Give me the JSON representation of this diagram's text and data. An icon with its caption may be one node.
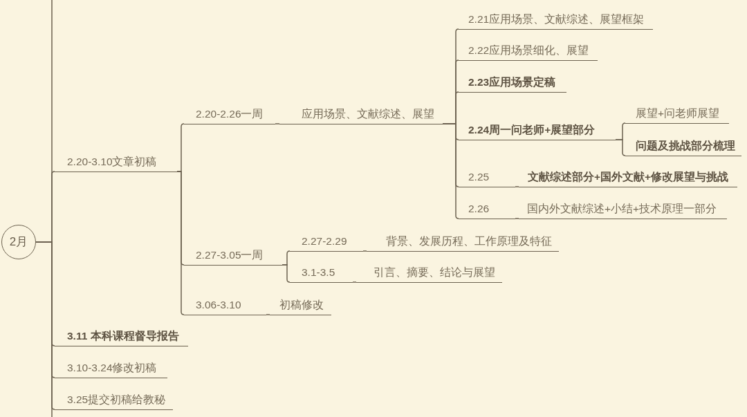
{
  "diagram": {
    "nodes": [
      {
        "text": [
          "2月"
        ]
      },
      {
        "text": [
          "2.20-3.10文章初稿"
        ]
      },
      {
        "text": [
          "2.20-2.26一周"
        ]
      },
      {
        "text": [
          "应用场景、文献综述、展望"
        ]
      },
      {
        "text": [
          "2.21应用场景、文献综述、展望框架"
        ]
      },
      {
        "text": [
          "2.22应用场景细化、展望"
        ]
      },
      {
        "text": [
          "2.23应用场景定稿"
        ]
      },
      {
        "text": [
          "2.24周一问老师+展望部分"
        ]
      },
      {
        "text": [
          "展望+问老师展望"
        ]
      },
      {
        "text": [
          "问题及挑战部分梳理"
        ]
      },
      {
        "text": [
          "2.25"
        ]
      },
      {
        "text": [
          "文献综述部分+国外文献+修改展望与挑战"
        ]
      },
      {
        "text": [
          "2.26"
        ]
      },
      {
        "text": [
          "国内外文献综述+小结+技术原理一部分"
        ]
      },
      {
        "text": [
          "2.27-3.05一周"
        ]
      },
      {
        "text": [
          "2.27-2.29"
        ]
      },
      {
        "text": [
          "背景、发展历程、工作原理及特征"
        ]
      },
      {
        "text": [
          "3.1-3.5"
        ]
      },
      {
        "text": [
          "引言、摘要、结论与展望"
        ]
      },
      {
        "text": [
          "3.06-3.10"
        ]
      },
      {
        "text": [
          "初稿修改"
        ]
      },
      {
        "text": [
          "3.11 本科课程督导报告"
        ]
      },
      {
        "text": [
          "3.10-3.24修改初稿"
        ]
      },
      {
        "text": [
          "3.25提交初稿给教秘"
        ]
      }
    ],
    "edges": [
      {
        "from": 0,
        "to": 1,
        "arrow": "none"
      },
      {
        "from": 1,
        "to": 2,
        "arrow": "none"
      },
      {
        "from": 2,
        "to": 3,
        "arrow": "none"
      },
      {
        "from": 3,
        "to": 4,
        "arrow": "none"
      },
      {
        "from": 3,
        "to": 5,
        "arrow": "none"
      },
      {
        "from": 3,
        "to": 6,
        "arrow": "none"
      },
      {
        "from": 3,
        "to": 7,
        "arrow": "none"
      },
      {
        "from": 7,
        "to": 8,
        "arrow": "none"
      },
      {
        "from": 7,
        "to": 9,
        "arrow": "none"
      },
      {
        "from": 3,
        "to": 10,
        "arrow": "none"
      },
      {
        "from": 10,
        "to": 11,
        "arrow": "none"
      },
      {
        "from": 3,
        "to": 12,
        "arrow": "none"
      },
      {
        "from": 12,
        "to": 13,
        "arrow": "none"
      },
      {
        "from": 1,
        "to": 14,
        "arrow": "none"
      },
      {
        "from": 14,
        "to": 15,
        "arrow": "none"
      },
      {
        "from": 15,
        "to": 16,
        "arrow": "none"
      },
      {
        "from": 14,
        "to": 17,
        "arrow": "none"
      },
      {
        "from": 17,
        "to": 18,
        "arrow": "none"
      },
      {
        "from": 1,
        "to": 19,
        "arrow": "none"
      },
      {
        "from": 19,
        "to": 20,
        "arrow": "none"
      },
      {
        "from": 0,
        "to": 21,
        "arrow": "none"
      },
      {
        "from": 0,
        "to": 22,
        "arrow": "none"
      },
      {
        "from": 0,
        "to": 23,
        "arrow": "none"
      },
      {
        "from": 0,
        "to": null,
        "arrow": "none"
      },
      {
        "from": 0,
        "to": null,
        "arrow": "none"
      }
    ]
  }
}
